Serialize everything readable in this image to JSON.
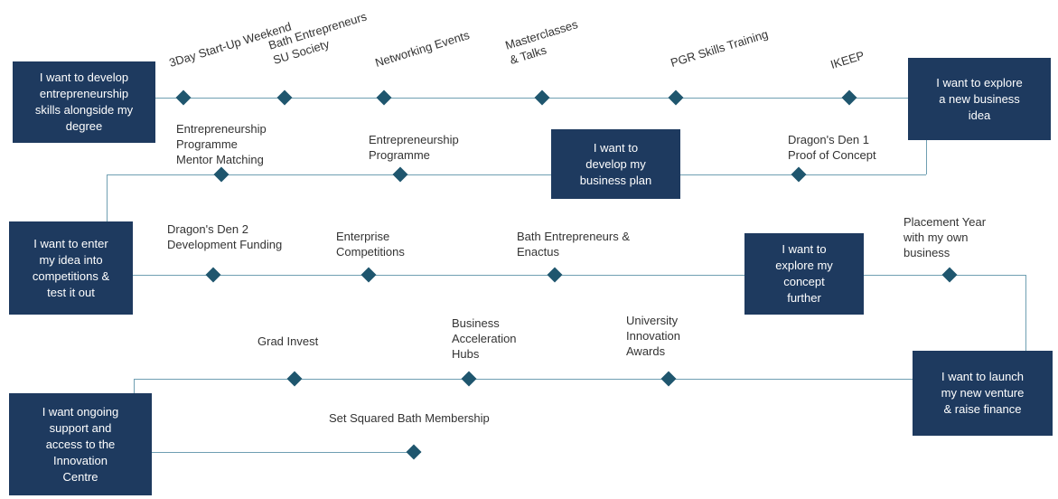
{
  "goals": {
    "develop_skills": "I want to develop entrepreneurship skills alongside my degree",
    "explore_idea": "I want to explore a new business idea",
    "develop_plan": "I want to develop my business plan",
    "enter_competitions": "I want to enter my idea into competitions & test it out",
    "explore_concept": "I want to explore my concept further",
    "launch_venture": "I want to launch my new venture & raise finance",
    "ongoing_support": "I want ongoing support and access to the Innovation Centre"
  },
  "milestones": {
    "startup_weekend": "3Day Start-Up Weekend",
    "bath_entrepreneurs_su": "Bath Entrepreneurs SU Society",
    "networking_events": "Networking Events",
    "masterclasses": "Masterclasses & Talks",
    "pgr_skills": "PGR Skills Training",
    "ikeep": "IKEEP",
    "ep_mentor_matching": "Entrepreneurship Programme Mentor Matching",
    "entrepreneurship_programme": "Entrepreneurship Programme",
    "dragons_den_1": "Dragon's Den 1 Proof of Concept",
    "dragons_den_2": "Dragon's Den 2 Development Funding",
    "enterprise_competitions": "Enterprise Competitions",
    "bath_entrepreneurs_enactus": "Bath Entrepreneurs & Enactus",
    "placement_year": "Placement Year with my own business",
    "grad_invest": "Grad Invest",
    "business_acceleration_hubs": "Business Acceleration Hubs",
    "university_innovation_awards": "University Innovation Awards",
    "set_squared": "Set Squared Bath Membership"
  },
  "colors": {
    "box_bg": "#1e3a5f",
    "diamond": "#1f566e",
    "line": "#6f9fb2",
    "label_text": "#333333"
  }
}
